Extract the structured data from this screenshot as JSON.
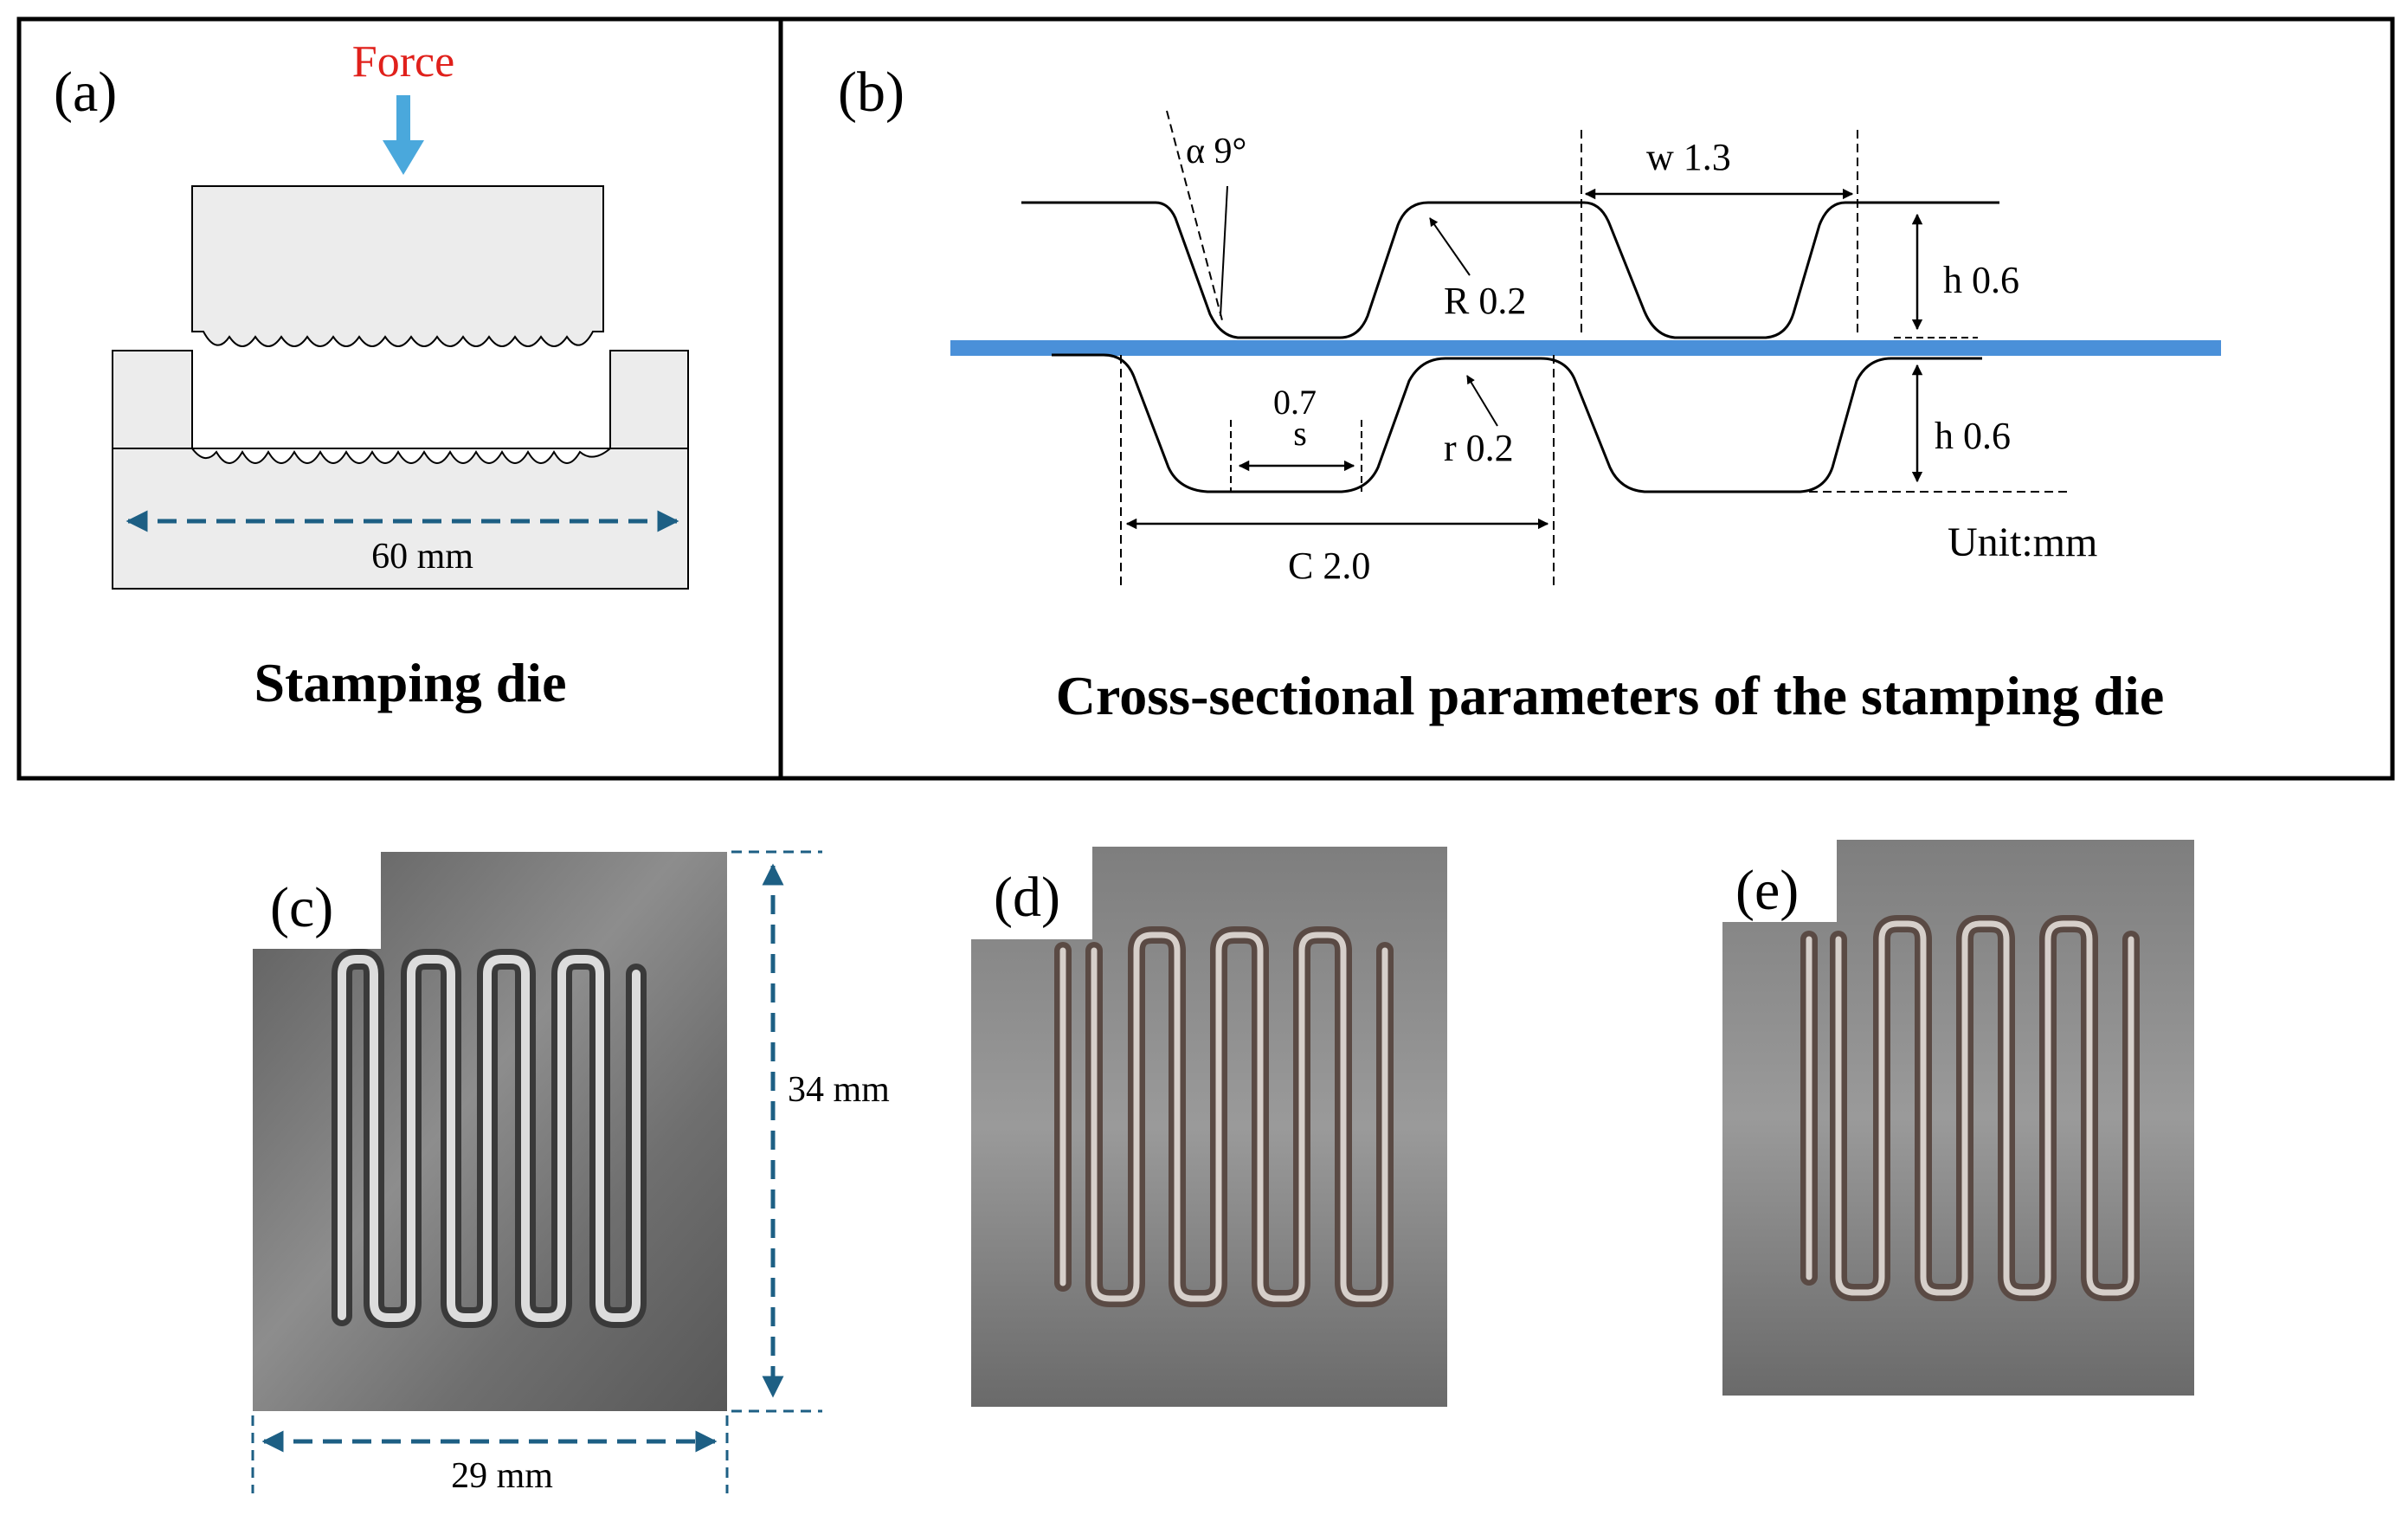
{
  "panel_a": {
    "tag": "(a)",
    "force_label": "Force",
    "width_label": "60 mm",
    "caption": "Stamping die",
    "colors": {
      "force": "#e0201b",
      "arrow": "#4aa8dc",
      "dim": "#1d5f84",
      "die_fill": "#ececec"
    }
  },
  "panel_b": {
    "tag": "(b)",
    "alpha_label": "α 9°",
    "w_label": "w  1.3",
    "R_label": "R 0.2",
    "h_upper_label": "h 0.6",
    "h_lower_label": "h  0.6",
    "s_value": "0.7",
    "s_label": "s",
    "r_label": "r 0.2",
    "C_label": "C  2.0",
    "unit_label": "Unit:mm",
    "caption": "Cross-sectional parameters of the stamping die",
    "colors": {
      "sheet": "#4a90d9"
    }
  },
  "panel_c": {
    "tag": "(c)",
    "height_label": "34 mm",
    "width_label": "29 mm"
  },
  "panel_d": {
    "tag": "(d)"
  },
  "panel_e": {
    "tag": "(e)"
  }
}
